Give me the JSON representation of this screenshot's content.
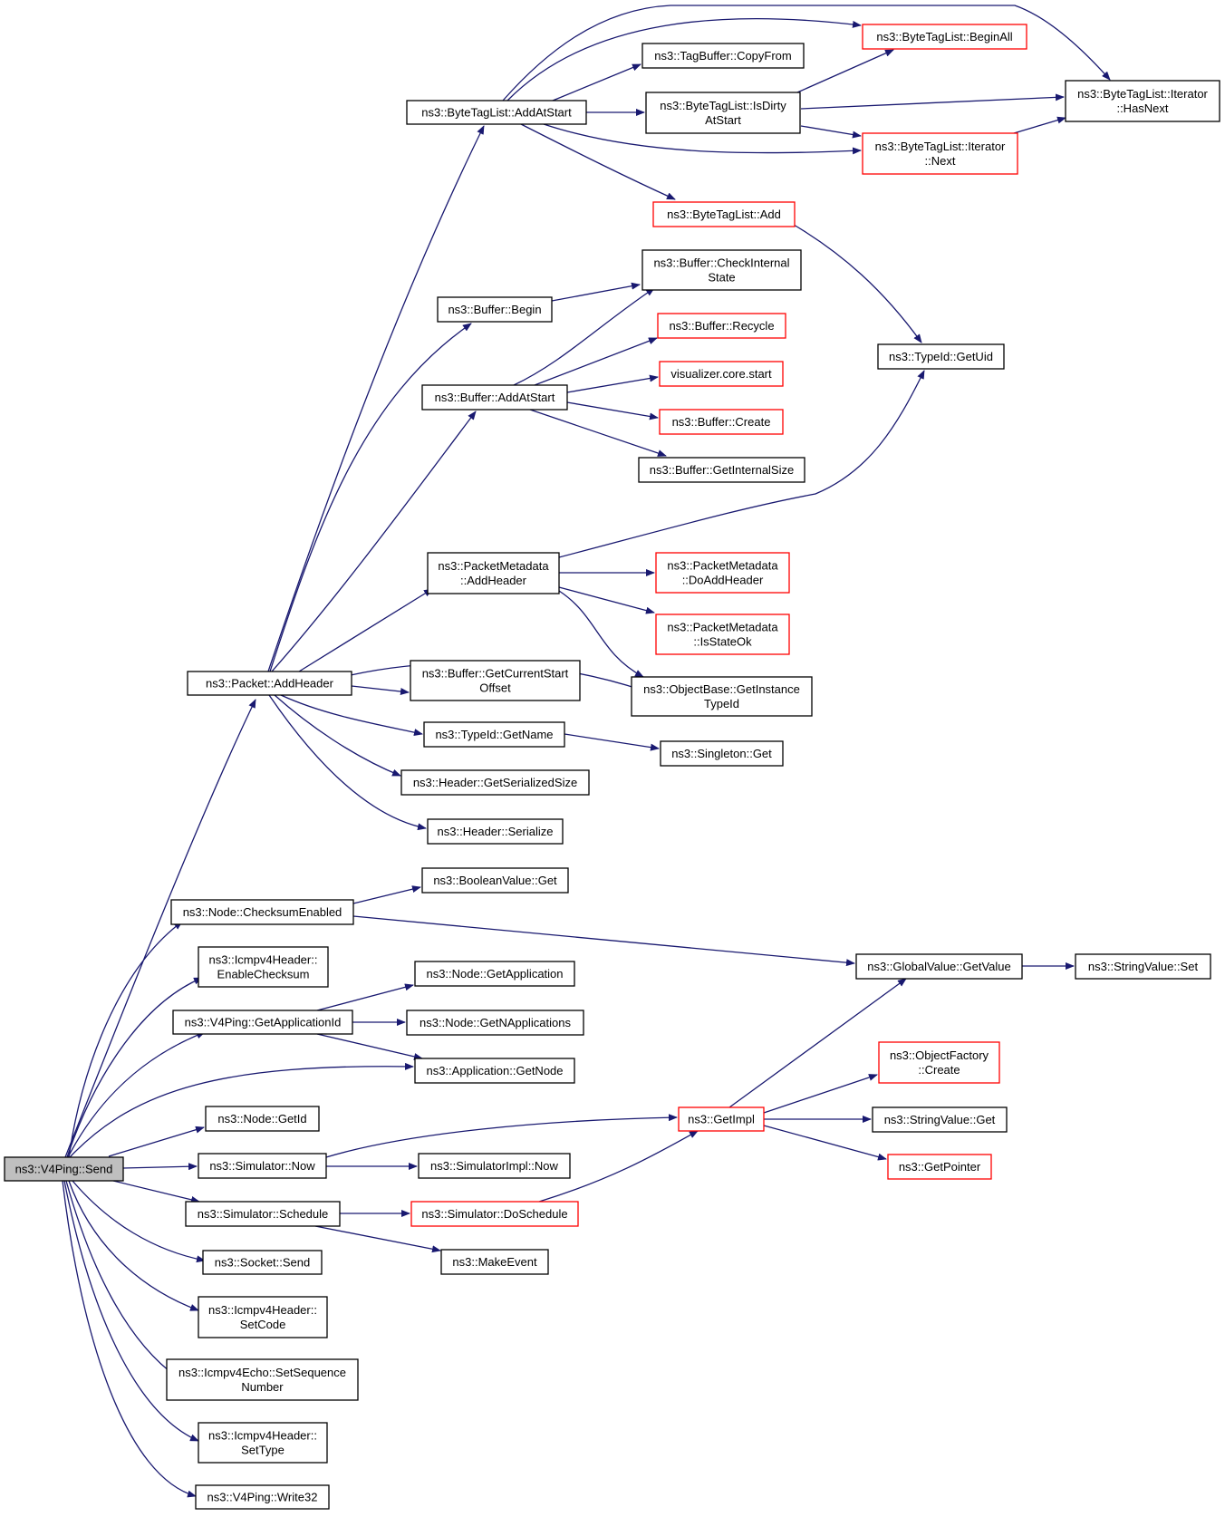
{
  "diagram": {
    "colors": {
      "edge": "#191970",
      "root_fill": "#bfbfbf",
      "normal_border": "#000000",
      "truncated_border": "#ff0000",
      "background": "#ffffff"
    },
    "nodes": [
      {
        "id": "send",
        "lines": [
          "ns3::V4Ping::Send"
        ],
        "style": "root"
      },
      {
        "id": "pkt_addheader",
        "lines": [
          "ns3::Packet::AddHeader"
        ],
        "style": "normal"
      },
      {
        "id": "btl_addatstart",
        "lines": [
          "ns3::ByteTagList::AddAtStart"
        ],
        "style": "normal"
      },
      {
        "id": "tagbuf_copyfrom",
        "lines": [
          "ns3::TagBuffer::CopyFrom"
        ],
        "style": "normal"
      },
      {
        "id": "btl_beginall",
        "lines": [
          "ns3::ByteTagList::BeginAll"
        ],
        "style": "truncated"
      },
      {
        "id": "btl_isdirty",
        "lines": [
          "ns3::ByteTagList::IsDirty",
          "AtStart"
        ],
        "style": "normal"
      },
      {
        "id": "btl_iter_hasnext",
        "lines": [
          "ns3::ByteTagList::Iterator",
          "::HasNext"
        ],
        "style": "normal"
      },
      {
        "id": "btl_iter_next",
        "lines": [
          "ns3::ByteTagList::Iterator",
          "::Next"
        ],
        "style": "truncated"
      },
      {
        "id": "btl_add",
        "lines": [
          "ns3::ByteTagList::Add"
        ],
        "style": "truncated"
      },
      {
        "id": "buf_checkinternal",
        "lines": [
          "ns3::Buffer::CheckInternal",
          "State"
        ],
        "style": "normal"
      },
      {
        "id": "buf_begin",
        "lines": [
          "ns3::Buffer::Begin"
        ],
        "style": "normal"
      },
      {
        "id": "buf_recycle",
        "lines": [
          "ns3::Buffer::Recycle"
        ],
        "style": "truncated"
      },
      {
        "id": "vis_start",
        "lines": [
          "visualizer.core.start"
        ],
        "style": "truncated"
      },
      {
        "id": "typeid_getuid",
        "lines": [
          "ns3::TypeId::GetUid"
        ],
        "style": "normal"
      },
      {
        "id": "buf_addatstart",
        "lines": [
          "ns3::Buffer::AddAtStart"
        ],
        "style": "normal"
      },
      {
        "id": "buf_create",
        "lines": [
          "ns3::Buffer::Create"
        ],
        "style": "truncated"
      },
      {
        "id": "buf_getinternalsize",
        "lines": [
          "ns3::Buffer::GetInternalSize"
        ],
        "style": "normal"
      },
      {
        "id": "pm_addheader",
        "lines": [
          "ns3::PacketMetadata",
          "::AddHeader"
        ],
        "style": "normal"
      },
      {
        "id": "pm_doaddheader",
        "lines": [
          "ns3::PacketMetadata",
          "::DoAddHeader"
        ],
        "style": "truncated"
      },
      {
        "id": "pm_isstateok",
        "lines": [
          "ns3::PacketMetadata",
          "::IsStateOk"
        ],
        "style": "truncated"
      },
      {
        "id": "objbase_getinstancetypeid",
        "lines": [
          "ns3::ObjectBase::GetInstance",
          "TypeId"
        ],
        "style": "normal"
      },
      {
        "id": "buf_getcurrentstartoffset",
        "lines": [
          "ns3::Buffer::GetCurrentStart",
          "Offset"
        ],
        "style": "normal"
      },
      {
        "id": "typeid_getname",
        "lines": [
          "ns3::TypeId::GetName"
        ],
        "style": "normal"
      },
      {
        "id": "singleton_get",
        "lines": [
          "ns3::Singleton::Get"
        ],
        "style": "normal"
      },
      {
        "id": "header_getserializedsize",
        "lines": [
          "ns3::Header::GetSerializedSize"
        ],
        "style": "normal"
      },
      {
        "id": "header_serialize",
        "lines": [
          "ns3::Header::Serialize"
        ],
        "style": "normal"
      },
      {
        "id": "boolval_get",
        "lines": [
          "ns3::BooleanValue::Get"
        ],
        "style": "normal"
      },
      {
        "id": "node_checksumenabled",
        "lines": [
          "ns3::Node::ChecksumEnabled"
        ],
        "style": "normal"
      },
      {
        "id": "globalval_getvalue",
        "lines": [
          "ns3::GlobalValue::GetValue"
        ],
        "style": "normal"
      },
      {
        "id": "stringval_set",
        "lines": [
          "ns3::StringValue::Set"
        ],
        "style": "normal"
      },
      {
        "id": "icmp_enablechecksum",
        "lines": [
          "ns3::Icmpv4Header::",
          "EnableChecksum"
        ],
        "style": "normal"
      },
      {
        "id": "node_getapplication",
        "lines": [
          "ns3::Node::GetApplication"
        ],
        "style": "normal"
      },
      {
        "id": "v4ping_getappid",
        "lines": [
          "ns3::V4Ping::GetApplicationId"
        ],
        "style": "normal"
      },
      {
        "id": "node_getnapplications",
        "lines": [
          "ns3::Node::GetNApplications"
        ],
        "style": "normal"
      },
      {
        "id": "app_getnode",
        "lines": [
          "ns3::Application::GetNode"
        ],
        "style": "normal"
      },
      {
        "id": "objfactory_create",
        "lines": [
          "ns3::ObjectFactory",
          "::Create"
        ],
        "style": "truncated"
      },
      {
        "id": "node_getid",
        "lines": [
          "ns3::Node::GetId"
        ],
        "style": "normal"
      },
      {
        "id": "getimpl",
        "lines": [
          "ns3::GetImpl"
        ],
        "style": "truncated"
      },
      {
        "id": "stringval_get",
        "lines": [
          "ns3::StringValue::Get"
        ],
        "style": "normal"
      },
      {
        "id": "sim_now",
        "lines": [
          "ns3::Simulator::Now"
        ],
        "style": "normal"
      },
      {
        "id": "simimpl_now",
        "lines": [
          "ns3::SimulatorImpl::Now"
        ],
        "style": "normal"
      },
      {
        "id": "getpointer",
        "lines": [
          "ns3::GetPointer"
        ],
        "style": "truncated"
      },
      {
        "id": "sim_schedule",
        "lines": [
          "ns3::Simulator::Schedule"
        ],
        "style": "normal"
      },
      {
        "id": "sim_doschedule",
        "lines": [
          "ns3::Simulator::DoSchedule"
        ],
        "style": "truncated"
      },
      {
        "id": "socket_send",
        "lines": [
          "ns3::Socket::Send"
        ],
        "style": "normal"
      },
      {
        "id": "makeevent",
        "lines": [
          "ns3::MakeEvent"
        ],
        "style": "normal"
      },
      {
        "id": "icmp_setcode",
        "lines": [
          "ns3::Icmpv4Header::",
          "SetCode"
        ],
        "style": "normal"
      },
      {
        "id": "icmpecho_setseq",
        "lines": [
          "ns3::Icmpv4Echo::SetSequence",
          "Number"
        ],
        "style": "normal"
      },
      {
        "id": "icmp_settype",
        "lines": [
          "ns3::Icmpv4Header::",
          "SetType"
        ],
        "style": "normal"
      },
      {
        "id": "v4ping_write32",
        "lines": [
          "ns3::V4Ping::Write32"
        ],
        "style": "normal"
      }
    ],
    "edges": [
      {
        "from": "send",
        "to": "pkt_addheader"
      },
      {
        "from": "send",
        "to": "node_checksumenabled"
      },
      {
        "from": "send",
        "to": "icmp_enablechecksum"
      },
      {
        "from": "send",
        "to": "v4ping_getappid"
      },
      {
        "from": "send",
        "to": "app_getnode"
      },
      {
        "from": "send",
        "to": "node_getid"
      },
      {
        "from": "send",
        "to": "sim_now"
      },
      {
        "from": "send",
        "to": "sim_schedule"
      },
      {
        "from": "send",
        "to": "socket_send"
      },
      {
        "from": "send",
        "to": "icmp_setcode"
      },
      {
        "from": "send",
        "to": "icmpecho_setseq"
      },
      {
        "from": "send",
        "to": "icmp_settype"
      },
      {
        "from": "send",
        "to": "v4ping_write32"
      },
      {
        "from": "pkt_addheader",
        "to": "btl_addatstart"
      },
      {
        "from": "pkt_addheader",
        "to": "buf_begin"
      },
      {
        "from": "pkt_addheader",
        "to": "buf_addatstart"
      },
      {
        "from": "pkt_addheader",
        "to": "pm_addheader"
      },
      {
        "from": "pkt_addheader",
        "to": "objbase_getinstancetypeid"
      },
      {
        "from": "pkt_addheader",
        "to": "buf_getcurrentstartoffset"
      },
      {
        "from": "pkt_addheader",
        "to": "typeid_getname"
      },
      {
        "from": "pkt_addheader",
        "to": "header_getserializedsize"
      },
      {
        "from": "pkt_addheader",
        "to": "header_serialize"
      },
      {
        "from": "btl_addatstart",
        "to": "btl_beginall"
      },
      {
        "from": "btl_addatstart",
        "to": "btl_iter_hasnext"
      },
      {
        "from": "btl_addatstart",
        "to": "tagbuf_copyfrom"
      },
      {
        "from": "btl_addatstart",
        "to": "btl_isdirty"
      },
      {
        "from": "btl_addatstart",
        "to": "btl_iter_next"
      },
      {
        "from": "btl_addatstart",
        "to": "btl_add"
      },
      {
        "from": "btl_isdirty",
        "to": "btl_beginall"
      },
      {
        "from": "btl_isdirty",
        "to": "btl_iter_hasnext"
      },
      {
        "from": "btl_isdirty",
        "to": "btl_iter_next"
      },
      {
        "from": "btl_iter_next",
        "to": "btl_iter_hasnext"
      },
      {
        "from": "btl_add",
        "to": "typeid_getuid"
      },
      {
        "from": "buf_begin",
        "to": "buf_checkinternal"
      },
      {
        "from": "buf_addatstart",
        "to": "buf_checkinternal"
      },
      {
        "from": "buf_addatstart",
        "to": "buf_recycle"
      },
      {
        "from": "buf_addatstart",
        "to": "vis_start"
      },
      {
        "from": "buf_addatstart",
        "to": "buf_create"
      },
      {
        "from": "buf_addatstart",
        "to": "buf_getinternalsize"
      },
      {
        "from": "pm_addheader",
        "to": "typeid_getuid"
      },
      {
        "from": "pm_addheader",
        "to": "pm_doaddheader"
      },
      {
        "from": "pm_addheader",
        "to": "pm_isstateok"
      },
      {
        "from": "pm_addheader",
        "to": "objbase_getinstancetypeid"
      },
      {
        "from": "typeid_getname",
        "to": "singleton_get"
      },
      {
        "from": "node_checksumenabled",
        "to": "boolval_get"
      },
      {
        "from": "node_checksumenabled",
        "to": "globalval_getvalue"
      },
      {
        "from": "globalval_getvalue",
        "to": "stringval_set"
      },
      {
        "from": "v4ping_getappid",
        "to": "node_getapplication"
      },
      {
        "from": "v4ping_getappid",
        "to": "node_getnapplications"
      },
      {
        "from": "v4ping_getappid",
        "to": "app_getnode"
      },
      {
        "from": "sim_now",
        "to": "getimpl"
      },
      {
        "from": "sim_now",
        "to": "simimpl_now"
      },
      {
        "from": "sim_schedule",
        "to": "sim_doschedule"
      },
      {
        "from": "sim_schedule",
        "to": "makeevent"
      },
      {
        "from": "sim_doschedule",
        "to": "getimpl"
      },
      {
        "from": "getimpl",
        "to": "globalval_getvalue"
      },
      {
        "from": "getimpl",
        "to": "objfactory_create"
      },
      {
        "from": "getimpl",
        "to": "stringval_get"
      },
      {
        "from": "getimpl",
        "to": "getpointer"
      }
    ]
  }
}
